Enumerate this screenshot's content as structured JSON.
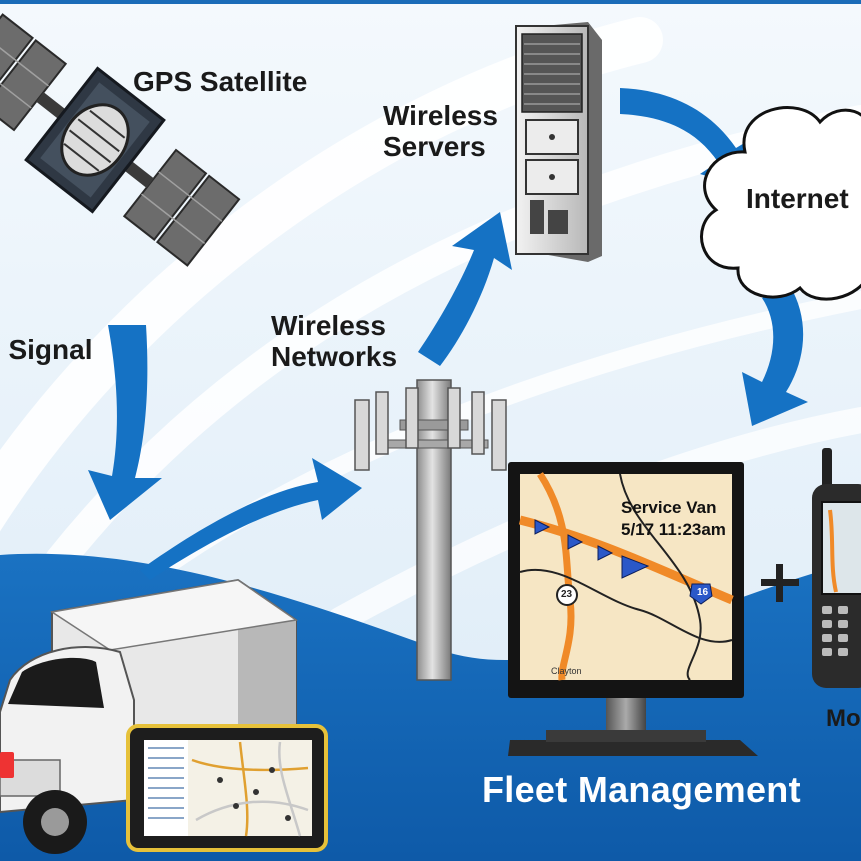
{
  "labels": {
    "gps_satellite": "GPS Satellite",
    "gps_signal": "S Signal",
    "wireless_servers_line1": "Wireless",
    "wireless_servers_line2": "Servers",
    "wireless_networks_line1": "Wireless",
    "wireless_networks_line2": "Networks",
    "internet": "Internet",
    "fleet_management": "Fleet Management",
    "mobile": "Mo",
    "plus": "+"
  },
  "map": {
    "title": "Service Van",
    "timestamp": "5/17 11:23am",
    "route_23": "23",
    "route_16": "16",
    "town": "Clayton"
  },
  "colors": {
    "arrow_blue": "#1572c4",
    "background_light": "#e9f3fb",
    "ground_blue": "#1568b8",
    "route_orange": "#f08a28"
  }
}
